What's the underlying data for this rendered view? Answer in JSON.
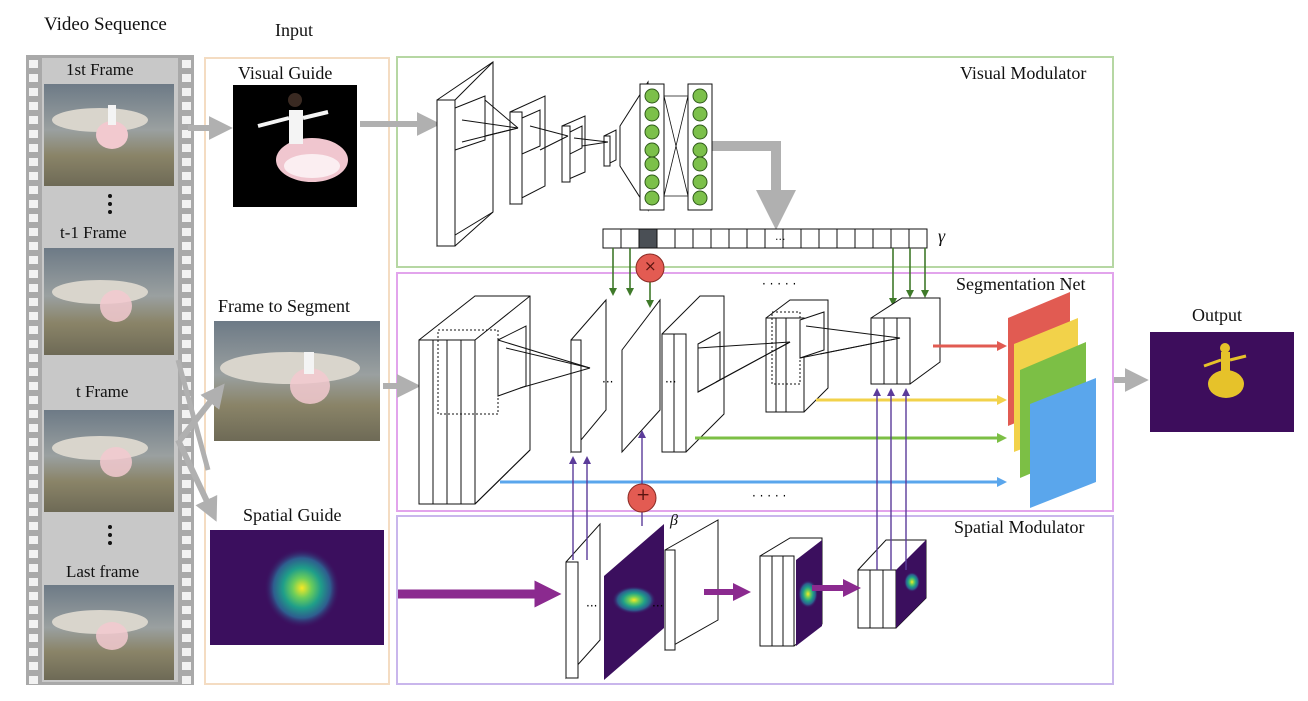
{
  "labels": {
    "video_sequence": "Video Sequence",
    "input": "Input",
    "visual_guide": "Visual Guide",
    "frame_to_segment": "Frame to Segment",
    "spatial_guide": "Spatial Guide",
    "visual_modulator": "Visual Modulator",
    "segmentation_net": "Segmentation Net",
    "spatial_modulator": "Spatial Modulator",
    "output": "Output",
    "gamma": "γ",
    "beta": "β",
    "multiply": "×",
    "add": "+"
  },
  "frames": {
    "first": "1st Frame",
    "t_minus_1": "t-1 Frame",
    "t": "t Frame",
    "last": "Last frame"
  },
  "colors": {
    "visual_modulator_border": "#b6d7a3",
    "segmentation_net_border": "#e2a4ec",
    "spatial_modulator_border": "#c9b6ec",
    "input_border": "#f4dcc2",
    "arrow_gray": "#b0b0b0",
    "arrow_purple": "#8b2a8f",
    "red_output": "#e15b52",
    "yellow_output": "#f2d24a",
    "green_output": "#7cbf45",
    "blue_output": "#5aa6ec",
    "neuron_green": "#7cc04a",
    "heatmap_bg": "#3b0f5e",
    "output_bg": "#3d0d5c",
    "output_mask": "#e6c22a",
    "op_circle": "#e35b52"
  }
}
